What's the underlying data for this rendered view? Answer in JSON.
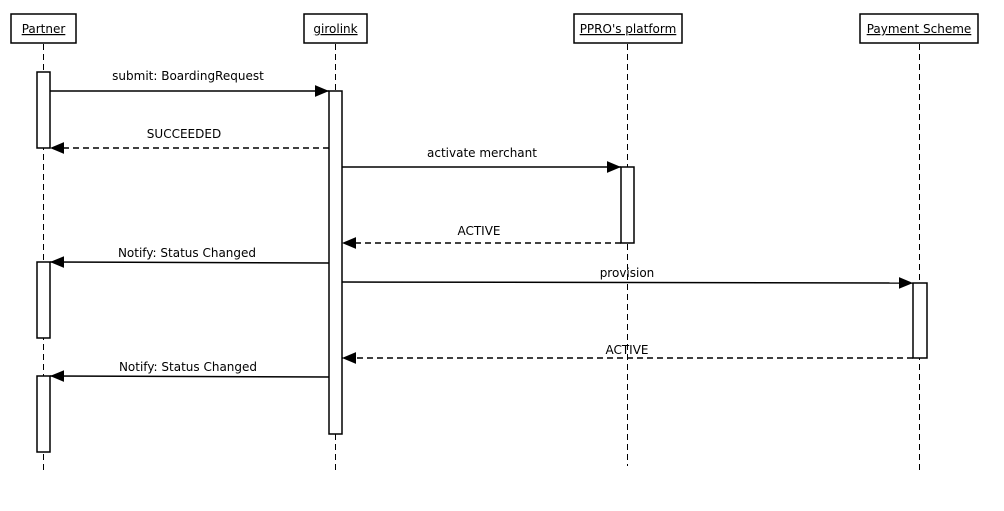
{
  "diagram": {
    "participants": [
      {
        "id": "partner",
        "label": "Partner"
      },
      {
        "id": "girolink",
        "label": "girolink"
      },
      {
        "id": "ppro",
        "label": "PPRO's platform"
      },
      {
        "id": "scheme",
        "label": "Payment Scheme"
      }
    ],
    "messages": [
      {
        "label": "submit: BoardingRequest",
        "from": "partner",
        "to": "girolink",
        "style": "solid"
      },
      {
        "label": "SUCCEEDED",
        "from": "girolink",
        "to": "partner",
        "style": "dashed"
      },
      {
        "label": "activate merchant",
        "from": "girolink",
        "to": "ppro",
        "style": "solid"
      },
      {
        "label": "ACTIVE",
        "from": "ppro",
        "to": "girolink",
        "style": "dashed"
      },
      {
        "label": "Notify: Status Changed",
        "from": "girolink",
        "to": "partner",
        "style": "solid"
      },
      {
        "label": "provision",
        "from": "girolink",
        "to": "scheme",
        "style": "solid"
      },
      {
        "label": "ACTIVE",
        "from": "scheme",
        "to": "girolink",
        "style": "dashed"
      },
      {
        "label": "Notify: Status Changed",
        "from": "girolink",
        "to": "partner",
        "style": "solid"
      }
    ]
  }
}
